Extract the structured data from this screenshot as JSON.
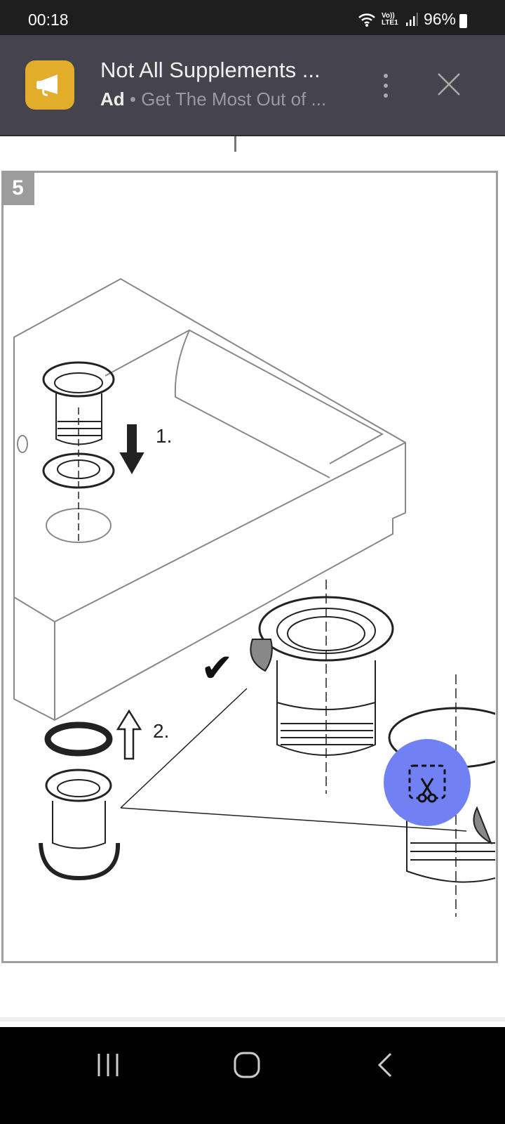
{
  "status_bar": {
    "time": "00:18",
    "network": "Vo)) LTE1",
    "battery": "96%"
  },
  "ad": {
    "title": "Not All Supplements ...",
    "label": "Ad",
    "separator": "•",
    "subtitle": "Get The Most Out of ...",
    "accent": "#e2ad2a"
  },
  "step": {
    "number": "5",
    "label_1": "1.",
    "label_2": "2.",
    "check": "✔"
  },
  "fab": {
    "icon": "screenshot-scissors-icon",
    "color": "#7181f3"
  },
  "nav": {
    "recents": "|||",
    "home": "○",
    "back": "<"
  }
}
